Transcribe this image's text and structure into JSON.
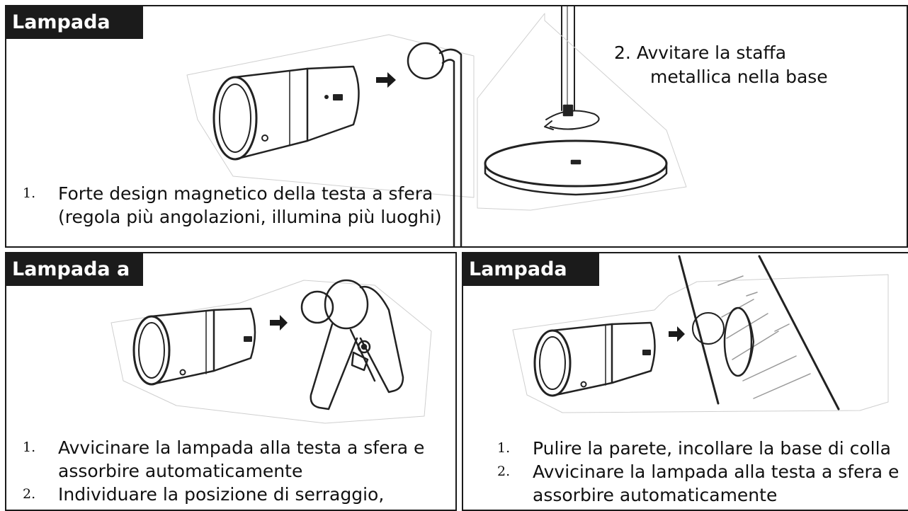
{
  "top_panel": {
    "title": "Lampada",
    "step_base_number": "2.",
    "step_base_line1": "Avvitare la staffa",
    "step_base_line2": "metallica nella base",
    "steps": [
      {
        "number": "1.",
        "line1": "Forte design magnetico della testa a sfera",
        "line2": "(regola più angolazioni, illumina più luoghi)"
      }
    ]
  },
  "left_panel": {
    "title": "Lampada a",
    "steps": [
      {
        "number": "1.",
        "line1": "Avvicinare la lampada alla testa a sfera e",
        "line2": "assorbire automaticamente"
      },
      {
        "number": "2.",
        "line1": "Individuare la posizione di serraggio,"
      }
    ]
  },
  "right_panel": {
    "title": "Lampada",
    "steps": [
      {
        "number": "1.",
        "line1": "Pulire la parete, incollare la base di colla"
      },
      {
        "number": "2.",
        "line1": "Avvicinare la lampada alla testa a sfera e",
        "line2": "assorbire automaticamente"
      }
    ]
  },
  "illustrations": {
    "stand": "lamp-stand-illustration",
    "clip": "lamp-clip-illustration",
    "wall": "lamp-wall-mount-illustration"
  }
}
